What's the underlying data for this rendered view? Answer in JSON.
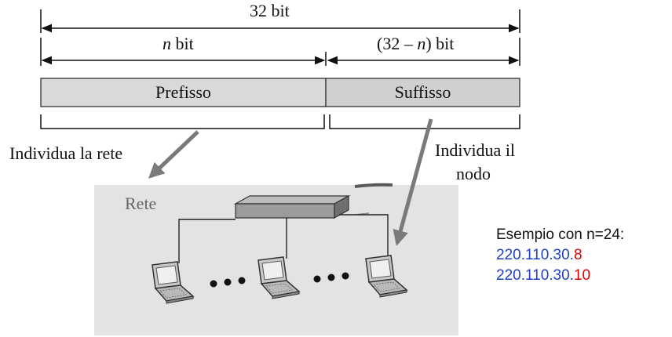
{
  "labels": {
    "total_bits": "32 bit",
    "prefix_bits_n": "n",
    "prefix_bits_unit": "bit",
    "suffix_bits_pre": "(32 – ",
    "suffix_bits_n": "n",
    "suffix_bits_post": ") bit",
    "prefix": "Prefisso",
    "suffix": "Suffisso",
    "network_note": "Individua la rete",
    "node_note_line1": "Individua il",
    "node_note_line2": "nodo",
    "network_area": "Rete"
  },
  "example": {
    "title": "Esempio con n=24:",
    "addresses": [
      {
        "network_part": "220.110.30.",
        "host_part": "8"
      },
      {
        "network_part": "220.110.30.",
        "host_part": "10"
      }
    ]
  },
  "colors": {
    "network_part": "#1f3fbf",
    "host_part": "#e00000",
    "prefix_box": "#d9d9d9",
    "suffix_box": "#d0d0d0",
    "arrow": "#7a7a7a",
    "network_area": "#e3e3e3"
  },
  "icons": [
    "switch-icon",
    "laptop-icon",
    "ellipsis-dots"
  ]
}
